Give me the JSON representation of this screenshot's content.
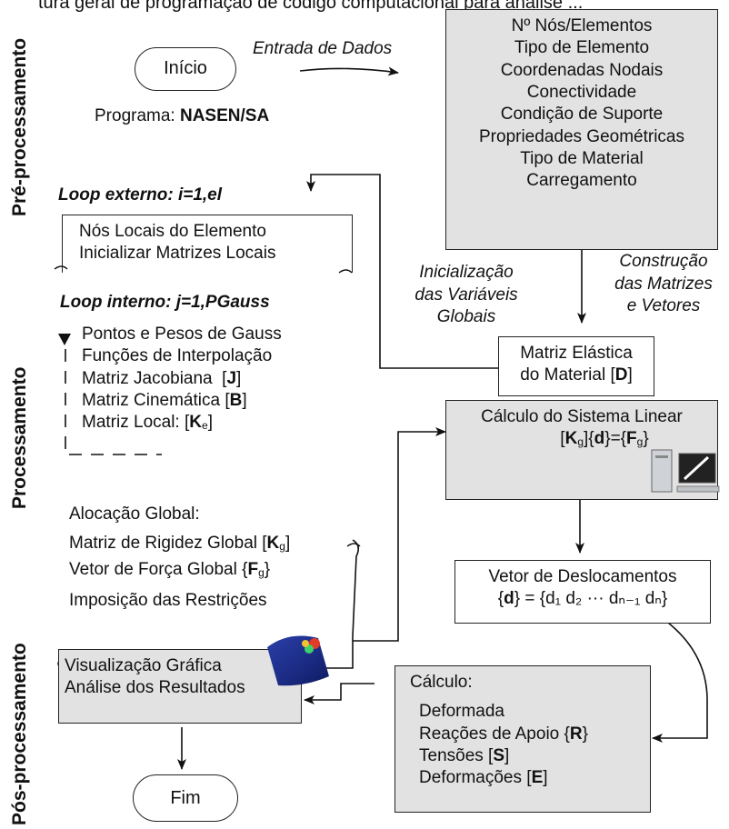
{
  "header_text": "tura geral de programação de código computacional para análise ...",
  "side_labels": {
    "pre": "Pré-processamento",
    "proc": "Processamento",
    "pos": "Pós-processamento"
  },
  "start": "Início",
  "program_label": "Programa:",
  "program_name": "NASEN/SA",
  "data_input_label": "Entrada de Dados",
  "input_box": [
    "Nº Nós/Elementos",
    "Tipo de Elemento",
    "Coordenadas Nodais",
    "Conectividade",
    "Condição de Suporte",
    "Propriedades Geométricas",
    "Tipo de Material",
    "Carregamento"
  ],
  "outer_loop": "Loop externo: i=1,el",
  "local_box": [
    "Nós Locais do Elemento",
    "Inicializar Matrizes Locais"
  ],
  "init_globals": [
    "Inicialização",
    "das Variáveis",
    "Globais"
  ],
  "build_matrices": [
    "Construção",
    "das Matrizes",
    "e Vetores"
  ],
  "inner_loop": "Loop interno: j=1,PGauss",
  "inner_items": {
    "gauss": "Pontos e Pesos de Gauss",
    "interp": "Funções de Interpolação",
    "jacob": "Matriz Jacobiana",
    "J": "J",
    "kine": "Matriz Cinemática",
    "B": "B",
    "local": "Matriz Local:",
    "K": "K",
    "e": "e"
  },
  "elastic": {
    "line1": "Matriz Elástica",
    "line2": "do Material",
    "D": "D"
  },
  "alloc": {
    "title": "Alocação Global:",
    "stiff": "Matriz de Rigidez Global",
    "K": "K",
    "g": "g",
    "force": "Vetor de Força Global",
    "F": "F",
    "restr": "Imposição das Restrições"
  },
  "linear": {
    "title": "Cálculo do Sistema Linear",
    "K": "K",
    "g": "g",
    "d": "d",
    "F": "F"
  },
  "disp": {
    "title": "Vetor de Deslocamentos",
    "d": "d",
    "rhs": "= {d₁ d₂ ··· dₙ₋₁ dₙ}"
  },
  "calc": {
    "title": "Cálculo:",
    "deform": "Deformada",
    "react": "Reações de Apoio",
    "R": "R",
    "stress": "Tensões",
    "S": "S",
    "strain": "Deformações",
    "E": "E"
  },
  "visual": [
    "Visualização Gráfica",
    "Análise dos Resultados"
  ],
  "end": "Fim"
}
